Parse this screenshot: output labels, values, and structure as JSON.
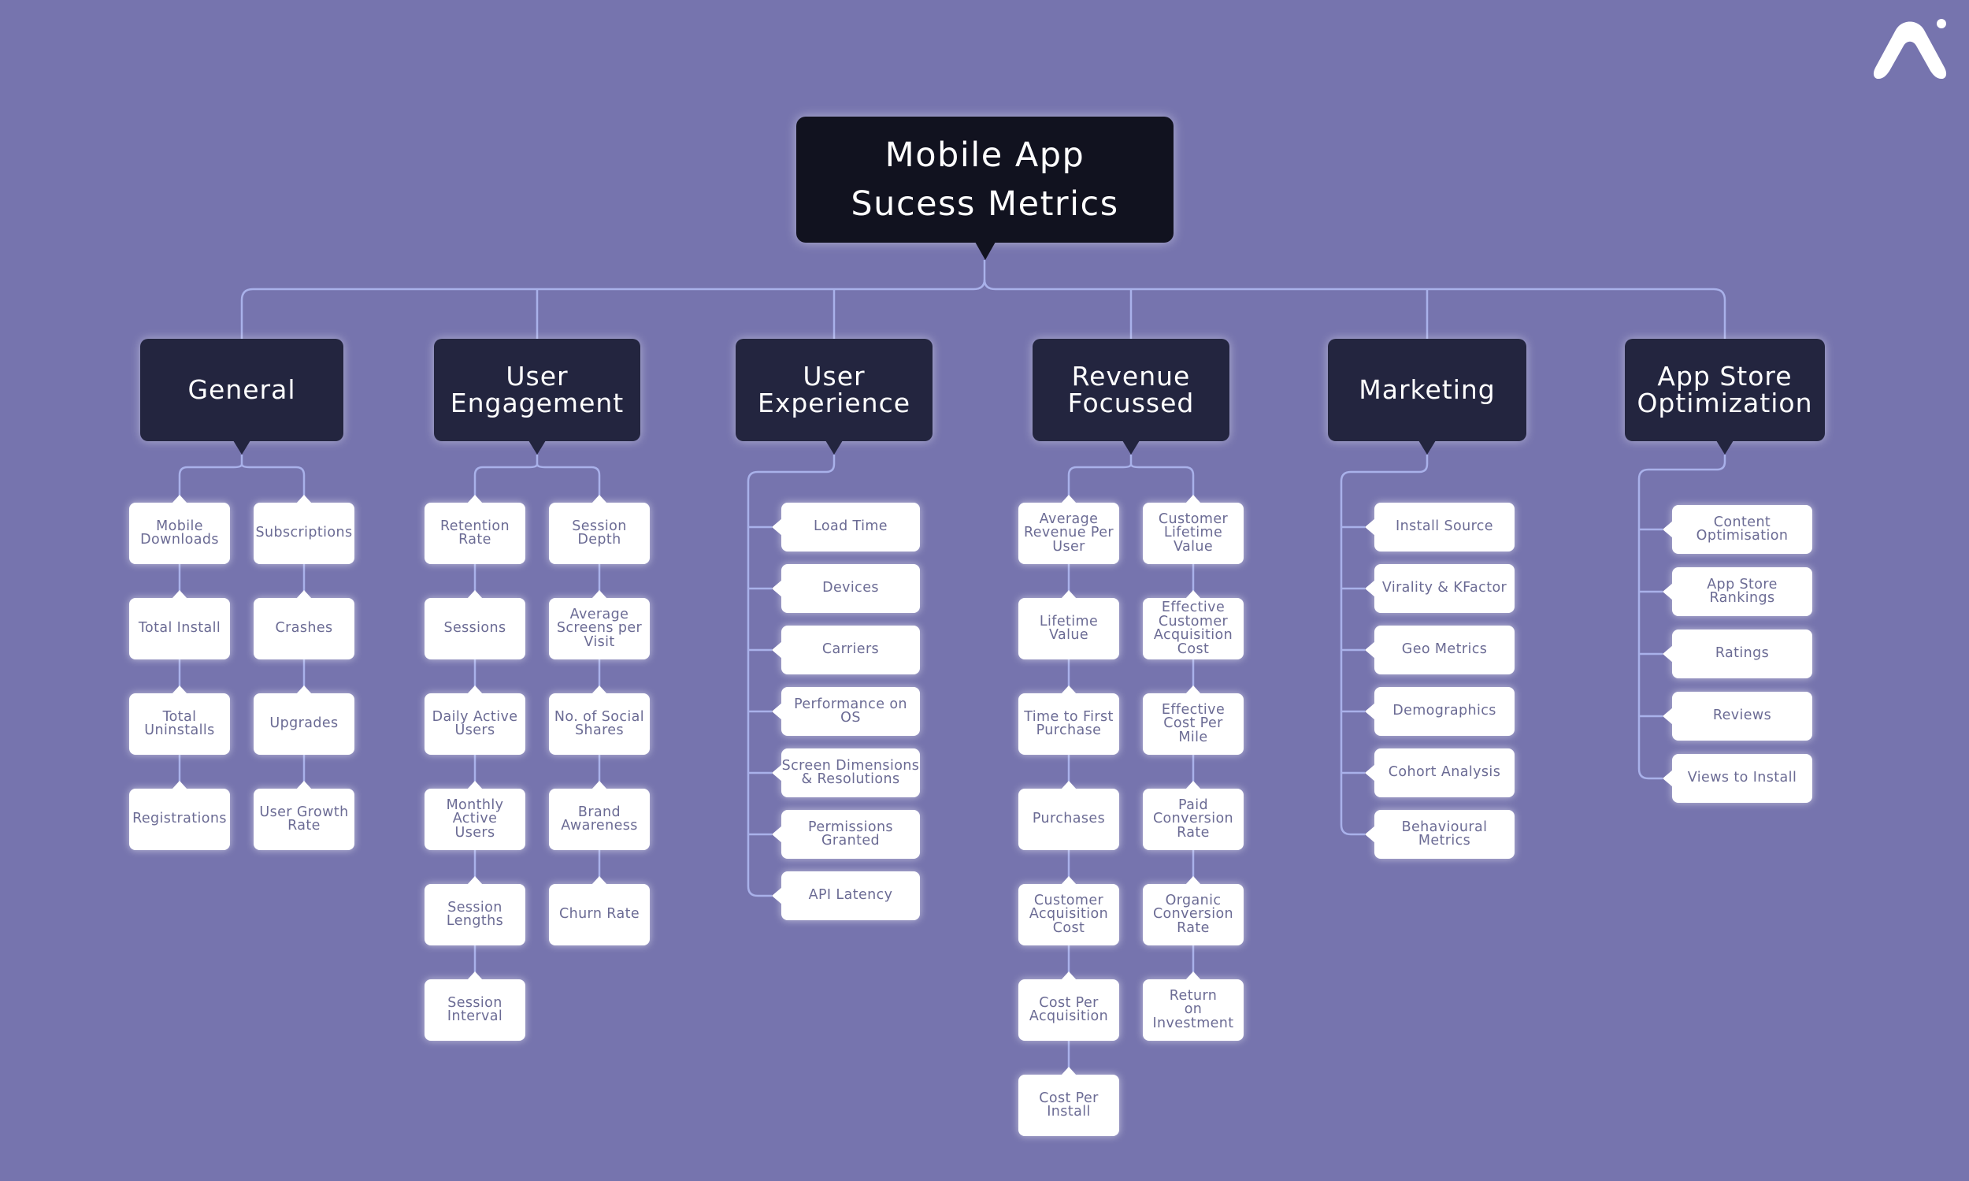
{
  "title": "Mobile App\nSucess Metrics",
  "categories": [
    {
      "name": "General",
      "layout": "two-columns",
      "columns": [
        [
          "Mobile\nDownloads",
          "Total Install",
          "Total\nUninstalls",
          "Registrations"
        ],
        [
          "Subscriptions",
          "Crashes",
          "Upgrades",
          "User Growth\nRate"
        ]
      ]
    },
    {
      "name": "User\nEngagement",
      "layout": "two-columns",
      "columns": [
        [
          "Retention\nRate",
          "Sessions",
          "Daily Active\nUsers",
          "Monthly Active\nUsers",
          "Session\nLengths",
          "Session\nInterval"
        ],
        [
          "Session\nDepth",
          "Average\nScreens per\nVisit",
          "No. of Social\nShares",
          "Brand\nAwareness",
          "Churn Rate"
        ]
      ]
    },
    {
      "name": "User\nExperience",
      "layout": "side-list",
      "items": [
        "Load Time",
        "Devices",
        "Carriers",
        "Performance on\nOS",
        "Screen Dimensions\n& Resolutions",
        "Permissions\nGranted",
        "API Latency"
      ]
    },
    {
      "name": "Revenue\nFocussed",
      "layout": "two-columns",
      "columns": [
        [
          "Average\nRevenue Per\nUser",
          "Lifetime\nValue",
          "Time to First\nPurchase",
          "Purchases",
          "Customer\nAcquisition\nCost",
          "Cost Per\nAcquisition",
          "Cost Per\nInstall"
        ],
        [
          "Customer\nLifetime\nValue",
          "Effective\nCustomer\nAcquisition\nCost",
          "Effective\nCost Per\nMile",
          "Paid\nConversion\nRate",
          "Organic\nConversion\nRate",
          "Return\non\nInvestment"
        ]
      ]
    },
    {
      "name": "Marketing",
      "layout": "side-list",
      "items": [
        "Install Source",
        "Virality & KFactor",
        "Geo Metrics",
        "Demographics",
        "Cohort Analysis",
        "Behavioural\nMetrics"
      ]
    },
    {
      "name": "App Store\nOptimization",
      "layout": "side-list",
      "items": [
        "Content\nOptimisation",
        "App Store\nRankings",
        "Ratings",
        "Reviews",
        "Views to Install"
      ]
    }
  ],
  "colors": {
    "background": "#7674ae",
    "title_box": "#11121f",
    "category_box": "#23253f",
    "item_box": "#ffffff",
    "item_text": "#6b6b94",
    "connector": "#a9b1ea"
  },
  "logo_icon": "arch-logo-icon"
}
